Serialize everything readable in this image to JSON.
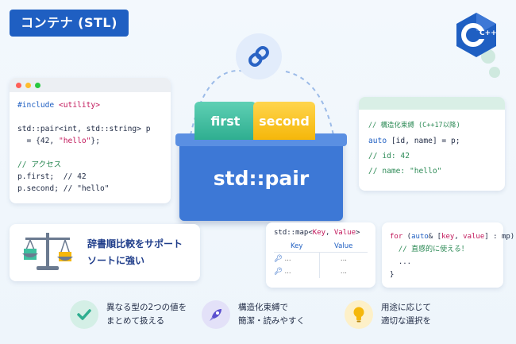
{
  "title": "コンテナ (STL)",
  "logo": {
    "label": "C++",
    "icon": "cpp-logo-icon",
    "color": "#1f5fc2"
  },
  "link_icon": "chain-link-icon",
  "code_left": {
    "line1_kw": "#include",
    "line1_hdr": "<utility>",
    "line2": "std::pair<int, std::string> p",
    "line3_a": "  = {42, ",
    "line3_str": "\"hello\"",
    "line3_b": "};",
    "line4": "// アクセス",
    "line5_a": "p.first;",
    "line5_c": "  // 42",
    "line6_a": "p.second;",
    "line6_c": " // \"hello\""
  },
  "code_right": {
    "comment": "// 構造化束縛 (C++17以降)",
    "line_kw": "auto",
    "line_rest": " [id, name] = p;",
    "c1": "// id: 42",
    "c2": "// name: \"hello\""
  },
  "pair": {
    "first": "first",
    "second": "second",
    "label": "std::pair"
  },
  "compare": {
    "icon": "balance-scale-icon",
    "line1": "辞書順比較をサポート",
    "line2": "ソートに強い"
  },
  "map_card": {
    "head_a": "std::map<",
    "head_k": "Key",
    "head_sep": ", ",
    "head_v": "Value",
    "head_b": ">",
    "col_key": "Key",
    "col_value": "Value",
    "rows": [
      {
        "key": "...",
        "value": "..."
      },
      {
        "key": "...",
        "value": "..."
      }
    ]
  },
  "for_card": {
    "kw": "for",
    "a": " (",
    "auto": "auto",
    "b": "& [",
    "key": "key",
    "c": ", ",
    "value": "value",
    "d": "] : mp) {",
    "comment": "  // 直感的に使える！",
    "body": "  ...",
    "close": "}"
  },
  "features": [
    {
      "icon": "check-icon",
      "line1": "異なる型の2つの値を",
      "line2": "まとめて扱える",
      "color": "#2fae90"
    },
    {
      "icon": "rocket-icon",
      "line1": "構造化束縛で",
      "line2": "簡潔・読みやすく",
      "color": "#5a4fcf"
    },
    {
      "icon": "lightbulb-icon",
      "line1": "用途に応じて",
      "line2": "適切な選択を",
      "color": "#f5b70a"
    }
  ]
}
